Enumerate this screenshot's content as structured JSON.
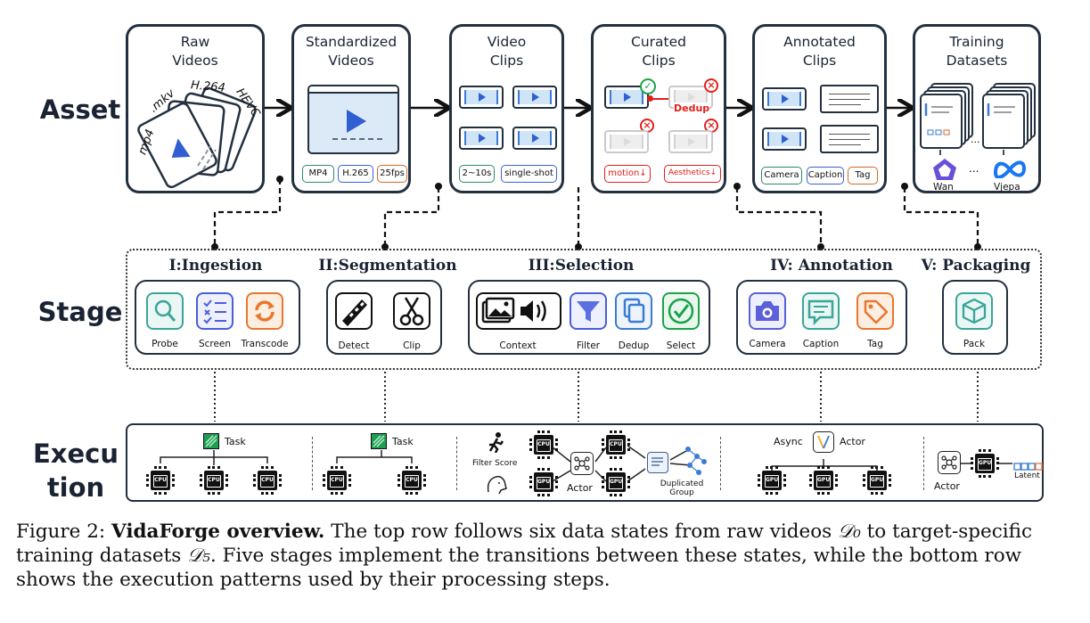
{
  "rows": {
    "asset": "Asset",
    "stage": "Stage",
    "execution_line1": "Execu",
    "execution_line2": "tion"
  },
  "assets": [
    {
      "title_line1": "Raw",
      "title_line2": "Videos",
      "formats": [
        "mp4",
        ".mkv",
        "H.264",
        "HEVC"
      ]
    },
    {
      "title_line1": "Standardized",
      "title_line2": "Videos",
      "tags": [
        "MP4",
        "H.265",
        "25fps"
      ]
    },
    {
      "title_line1": "Video",
      "title_line2": "Clips",
      "tags": [
        "2~10s",
        "single-shot"
      ]
    },
    {
      "title_line1": "Curated",
      "title_line2": "Clips",
      "dedup": "Dedup",
      "tags": [
        "motion↓",
        "Aesthetics↓"
      ]
    },
    {
      "title_line1": "Annotated",
      "title_line2": "Clips",
      "tags": [
        "Camera",
        "Caption",
        "Tag"
      ]
    },
    {
      "title_line1": "Training",
      "title_line2": "Datasets",
      "models": [
        "Wan",
        "Vjepa"
      ],
      "ellipsis": "..."
    }
  ],
  "stages": [
    {
      "title": "I:Ingestion",
      "items": [
        {
          "label": "Probe",
          "icon": "search-icon"
        },
        {
          "label": "Screen",
          "icon": "checklist-icon"
        },
        {
          "label": "Transcode",
          "icon": "refresh-icon"
        }
      ]
    },
    {
      "title": "II:Segmentation",
      "items": [
        {
          "label": "Detect",
          "icon": "film-icon"
        },
        {
          "label": "Clip",
          "icon": "scissors-icon"
        }
      ]
    },
    {
      "title": "III:Selection",
      "items": [
        {
          "label": "Context",
          "icon": "image-audio-icon"
        },
        {
          "label": "Filter",
          "icon": "funnel-icon"
        },
        {
          "label": "Dedup",
          "icon": "copy-icon"
        },
        {
          "label": "Select",
          "icon": "check-icon"
        }
      ]
    },
    {
      "title": "IV: Annotation",
      "items": [
        {
          "label": "Camera",
          "icon": "camera-icon"
        },
        {
          "label": "Caption",
          "icon": "chat-icon"
        },
        {
          "label": "Tag",
          "icon": "tag-icon"
        }
      ]
    },
    {
      "title": "V: Packaging",
      "items": [
        {
          "label": "Pack",
          "icon": "package-icon"
        }
      ]
    }
  ],
  "execution": {
    "task": "Task",
    "cpu": "CPU",
    "gpu": "GPU",
    "filter_score": "Filter Score",
    "actor": "Actor",
    "duplicated_line1": "Duplicated",
    "duplicated_line2": "Group",
    "async": "Async",
    "latent": "Latent"
  },
  "caption": {
    "figure": "Figure 2:",
    "bold": "VidaForge overview.",
    "text1": "The top row follows six data states from raw videos ",
    "d0": "𝒟₀",
    "text2": " to target-specific training datasets ",
    "d5": "𝒟₅",
    "text3": ". Five stages implement the transitions between these states, while the bottom row shows the execution patterns used by their processing steps."
  },
  "colors": {
    "teal": "#3aa59a",
    "blue": "#4a5fd8",
    "orange": "#e8772e",
    "purple": "#5b5fd9",
    "red": "#e0201b",
    "dark": "#23303f"
  }
}
